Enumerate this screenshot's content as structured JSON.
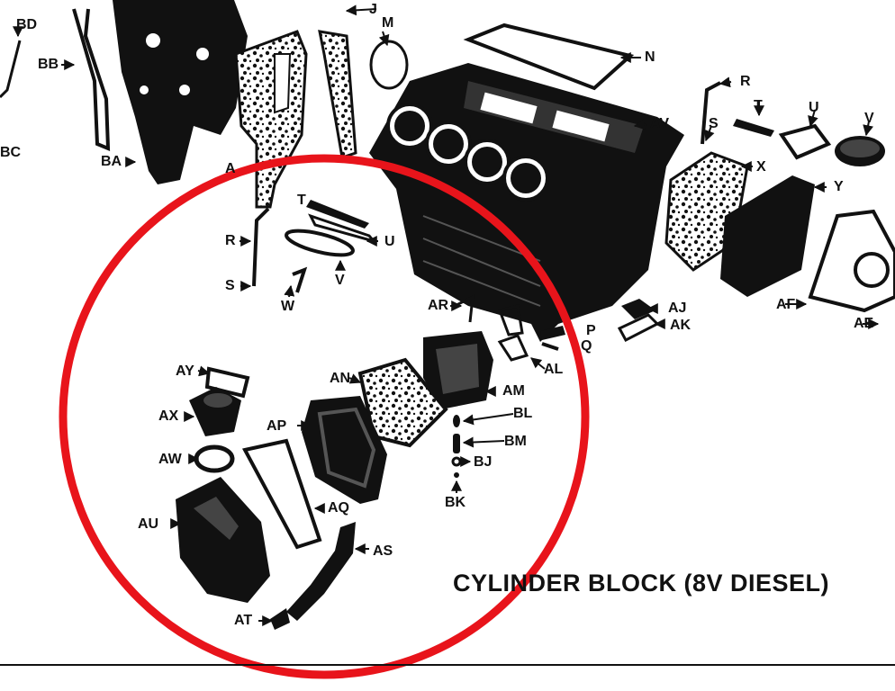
{
  "title": "CYLINDER BLOCK (8V DIESEL)",
  "colors": {
    "ink": "#111111",
    "highlight_circle": "#e8141b",
    "paper": "#ffffff"
  },
  "labels": {
    "BD": "BD",
    "BB": "BB",
    "BC": "BC",
    "BA": "BA",
    "J": "J",
    "M": "M",
    "N": "N",
    "AV": "AV",
    "R_top": "R",
    "S_top": "S",
    "T_top": "T",
    "U_top": "U",
    "V_top": "V",
    "X": "X",
    "Y": "Y",
    "A_partial": "A",
    "T_mid": "T",
    "U_mid": "U",
    "R_mid": "R",
    "S_mid": "S",
    "V_mid": "V",
    "W": "W",
    "AR": "AR",
    "P": "P",
    "Q": "Q",
    "AJ": "AJ",
    "AK": "AK",
    "AL": "AL",
    "AF": "AF",
    "AE": "AE",
    "AY": "AY",
    "AN": "AN",
    "AM": "AM",
    "BL": "BL",
    "AX": "AX",
    "AP": "AP",
    "BM": "BM",
    "AW": "AW",
    "BJ": "BJ",
    "BK": "BK",
    "AU": "AU",
    "AQ": "AQ",
    "AS": "AS",
    "AT": "AT"
  }
}
